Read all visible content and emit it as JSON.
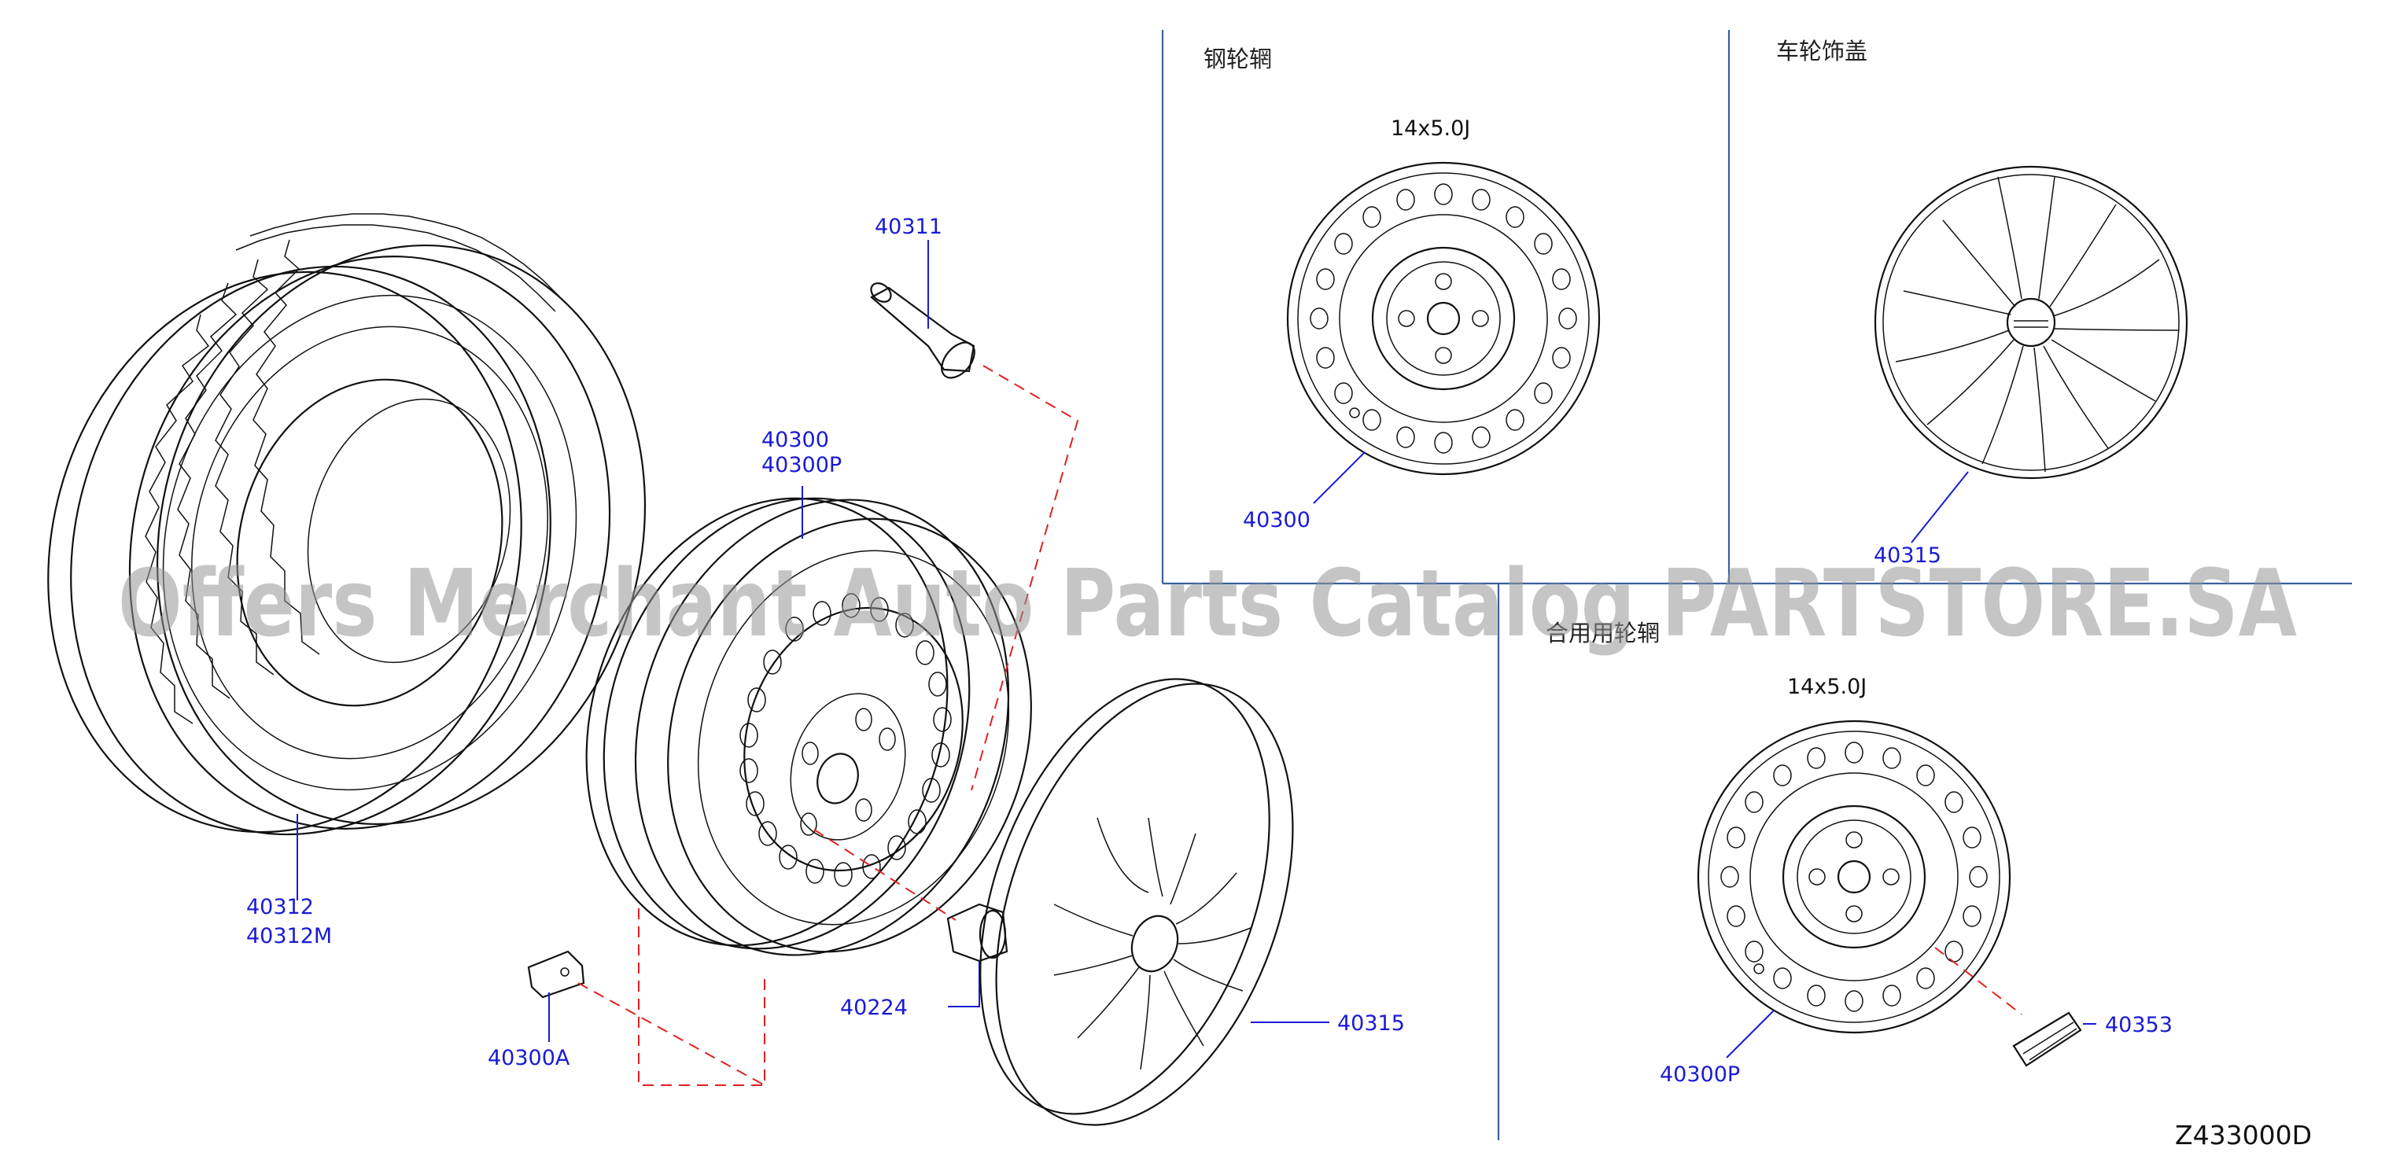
{
  "sections": {
    "steel_wheel": "钢轮辋",
    "wheel_cover": "车轮饰盖",
    "spare_wheel": "合用用轮辋"
  },
  "wheel_sizes": {
    "steel": "14x5.0J",
    "spare": "14x5.0J"
  },
  "part_numbers": {
    "valve": "40311",
    "wheel_main": "40300",
    "wheel_main_p": "40300P",
    "tire": "40312",
    "tire_m": "40312M",
    "weight": "40300A",
    "nut": "40224",
    "cover_main": "40315",
    "steel_wheel_ref": "40300",
    "cover_ref": "40315",
    "spare_wheel_ref": "40300P",
    "spare_label": "40353"
  },
  "diagram_code": "Z433000D",
  "watermark": "Offers Merchant Auto Parts Catalog PARTSTORE.SA",
  "colors": {
    "part_label": "#1a1ad6",
    "leader_dash": "#e02020",
    "divider": "#3a5f9f"
  }
}
